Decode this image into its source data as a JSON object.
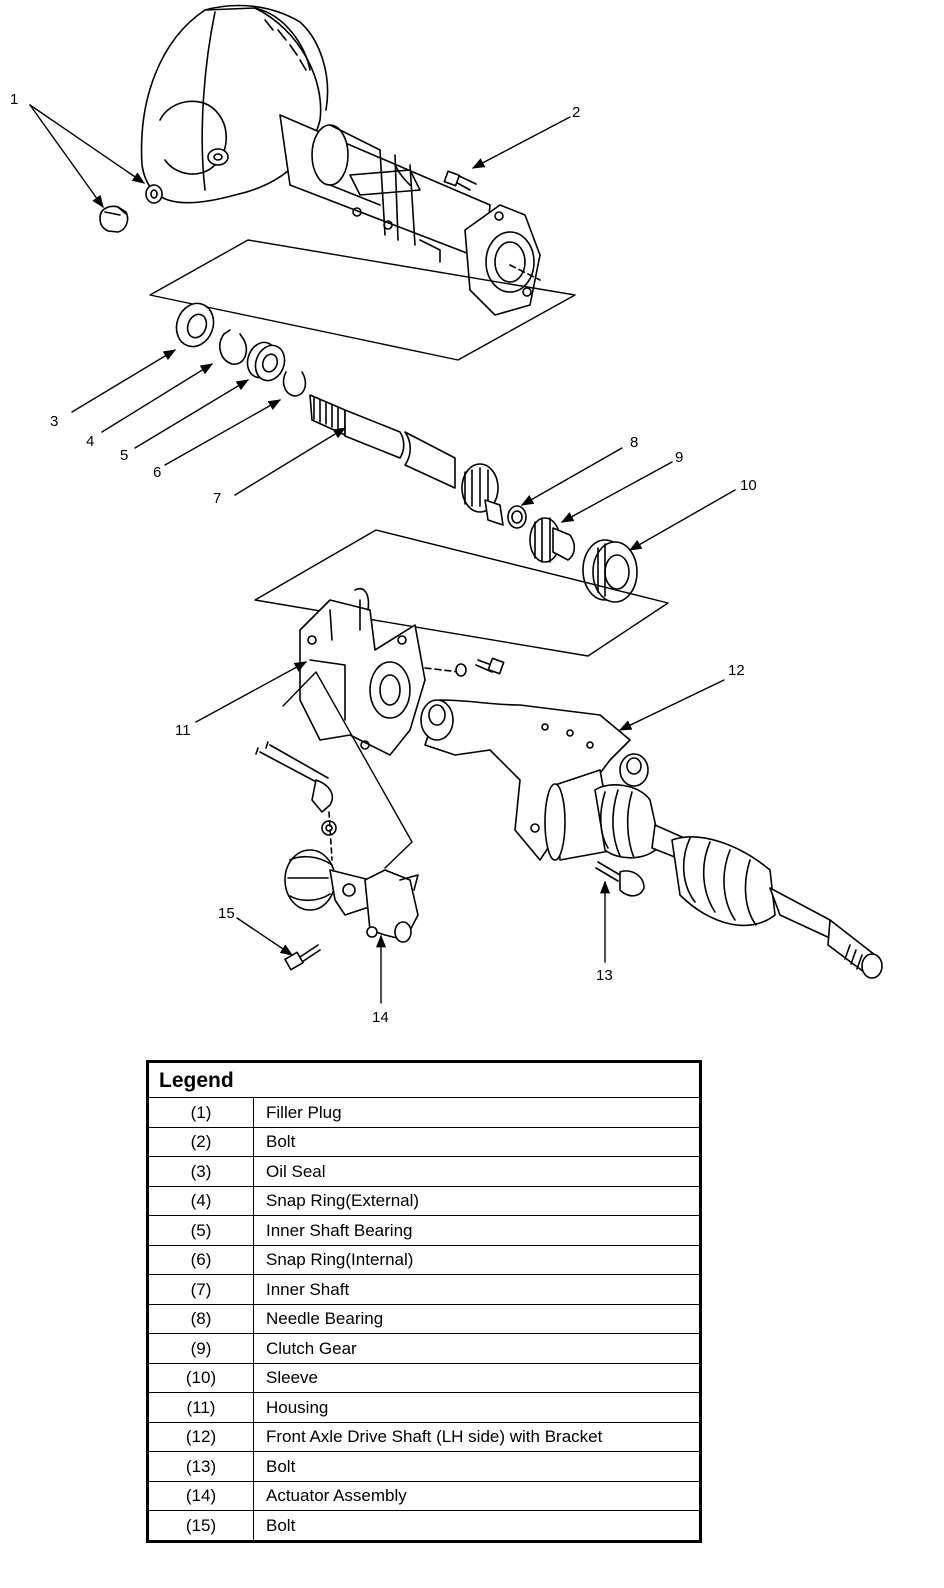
{
  "callouts": [
    {
      "id": "1",
      "label": "1"
    },
    {
      "id": "2",
      "label": "2"
    },
    {
      "id": "3",
      "label": "3"
    },
    {
      "id": "4",
      "label": "4"
    },
    {
      "id": "5",
      "label": "5"
    },
    {
      "id": "6",
      "label": "6"
    },
    {
      "id": "7",
      "label": "7"
    },
    {
      "id": "8",
      "label": "8"
    },
    {
      "id": "9",
      "label": "9"
    },
    {
      "id": "10",
      "label": "10"
    },
    {
      "id": "11",
      "label": "11"
    },
    {
      "id": "12",
      "label": "12"
    },
    {
      "id": "13",
      "label": "13"
    },
    {
      "id": "14",
      "label": "14"
    },
    {
      "id": "15",
      "label": "15"
    }
  ],
  "legend": {
    "title": "Legend",
    "rows": [
      {
        "num": "(1)",
        "desc": "Filler Plug"
      },
      {
        "num": "(2)",
        "desc": "Bolt"
      },
      {
        "num": "(3)",
        "desc": "Oil Seal"
      },
      {
        "num": "(4)",
        "desc": "Snap Ring(External)"
      },
      {
        "num": "(5)",
        "desc": "Inner Shaft Bearing"
      },
      {
        "num": "(6)",
        "desc": "Snap Ring(Internal)"
      },
      {
        "num": "(7)",
        "desc": "Inner Shaft"
      },
      {
        "num": "(8)",
        "desc": "Needle Bearing"
      },
      {
        "num": "(9)",
        "desc": "Clutch Gear"
      },
      {
        "num": "(10)",
        "desc": "Sleeve"
      },
      {
        "num": "(11)",
        "desc": "Housing"
      },
      {
        "num": "(12)",
        "desc": "Front Axle Drive Shaft (LH side) with Bracket"
      },
      {
        "num": "(13)",
        "desc": "Bolt"
      },
      {
        "num": "(14)",
        "desc": "Actuator Assembly"
      },
      {
        "num": "(15)",
        "desc": "Bolt"
      }
    ]
  }
}
